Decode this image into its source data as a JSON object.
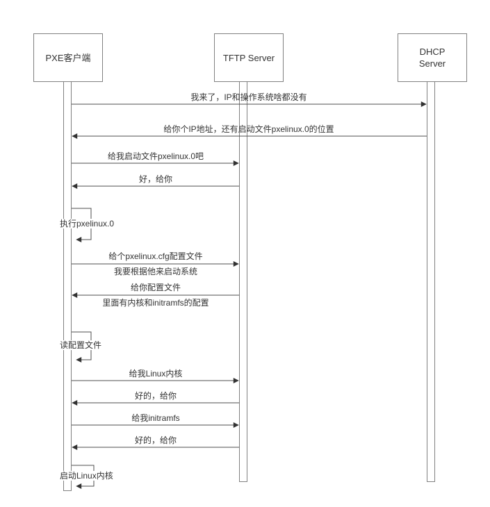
{
  "colors": {
    "background": "#ffffff",
    "line": "#4d4d4d",
    "box_border": "#808080",
    "text": "#333333"
  },
  "diagram": {
    "type": "sequence",
    "actors": [
      {
        "id": "pxe",
        "label": "PXE客户端"
      },
      {
        "id": "tftp",
        "label": "TFTP Server"
      },
      {
        "id": "dhcp",
        "label": "DHCP Server"
      }
    ],
    "messages": [
      {
        "from": "pxe",
        "to": "dhcp",
        "kind": "arrow",
        "text": "我来了，IP和操作系统啥都没有"
      },
      {
        "from": "dhcp",
        "to": "pxe",
        "kind": "arrow",
        "text": "给你个IP地址，还有启动文件pxelinux.0的位置"
      },
      {
        "from": "pxe",
        "to": "tftp",
        "kind": "arrow",
        "text": "给我启动文件pxelinux.0吧"
      },
      {
        "from": "tftp",
        "to": "pxe",
        "kind": "arrow",
        "text": "好，给你"
      },
      {
        "from": "pxe",
        "to": "pxe",
        "kind": "self",
        "text": "执行pxelinux.0"
      },
      {
        "from": "pxe",
        "to": "tftp",
        "kind": "arrow",
        "text": "给个pxelinux.cfg配置文件",
        "text2": "我要根据他来启动系统"
      },
      {
        "from": "tftp",
        "to": "pxe",
        "kind": "arrow",
        "text": "给你配置文件",
        "text2": "里面有内核和initramfs的配置"
      },
      {
        "from": "pxe",
        "to": "pxe",
        "kind": "self",
        "text": "读配置文件"
      },
      {
        "from": "pxe",
        "to": "tftp",
        "kind": "arrow",
        "text": "给我Linux内核"
      },
      {
        "from": "tftp",
        "to": "pxe",
        "kind": "arrow",
        "text": "好的，给你"
      },
      {
        "from": "pxe",
        "to": "tftp",
        "kind": "arrow",
        "text": "给我initramfs"
      },
      {
        "from": "tftp",
        "to": "pxe",
        "kind": "arrow",
        "text": "好的，给你"
      },
      {
        "from": "pxe",
        "to": "pxe",
        "kind": "self",
        "text": "启动Linux内核"
      }
    ]
  }
}
